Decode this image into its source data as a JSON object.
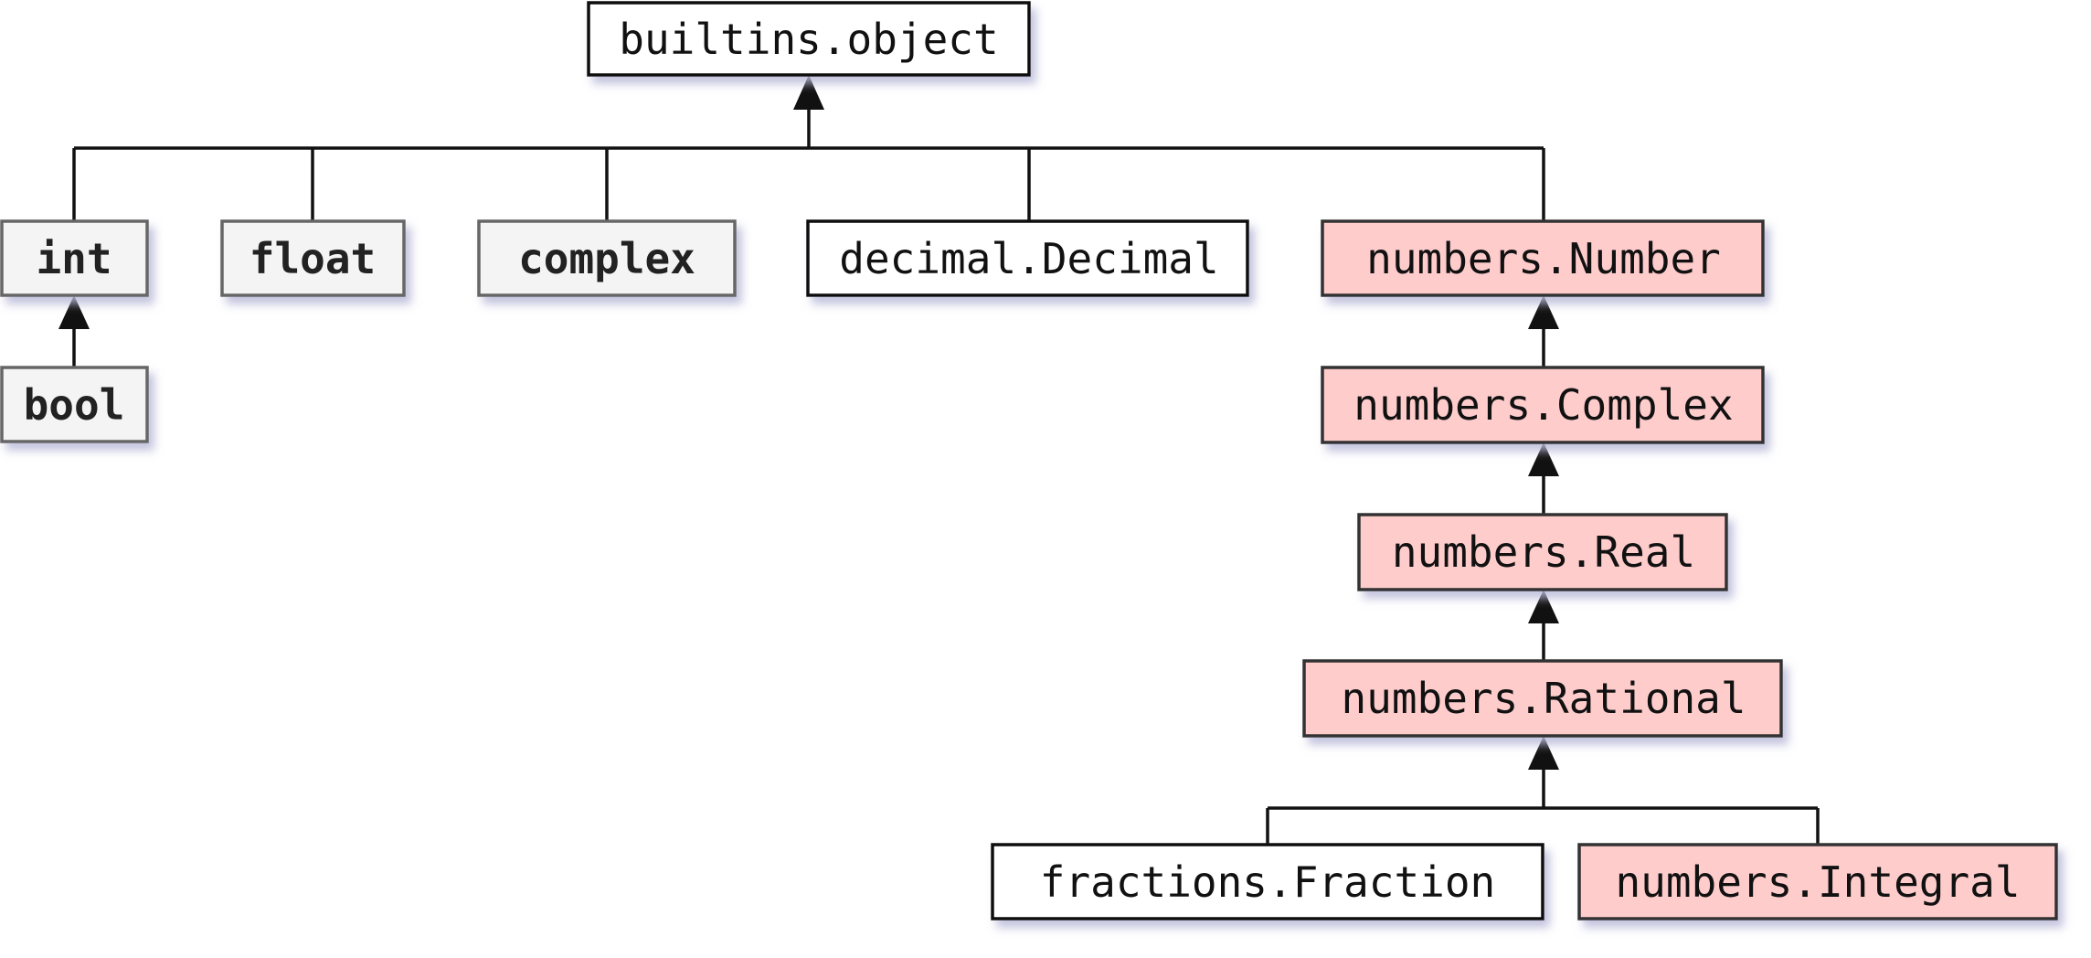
{
  "diagram": {
    "nodes": {
      "object": "builtins.object",
      "int": "int",
      "float": "float",
      "complex": "complex",
      "decimal": "decimal.Decimal",
      "number": "numbers.Number",
      "bool": "bool",
      "ncomplex": "numbers.Complex",
      "real": "numbers.Real",
      "rational": "numbers.Rational",
      "fraction": "fractions.Fraction",
      "integral": "numbers.Integral"
    },
    "colors": {
      "builtin_fill": "#f4f4f4",
      "builtin_stroke": "#666666",
      "plain_fill": "#ffffff",
      "plain_stroke": "#111111",
      "abc_fill": "#ffcccc",
      "abc_stroke": "#333333",
      "shadow": "#c4c4de"
    }
  }
}
